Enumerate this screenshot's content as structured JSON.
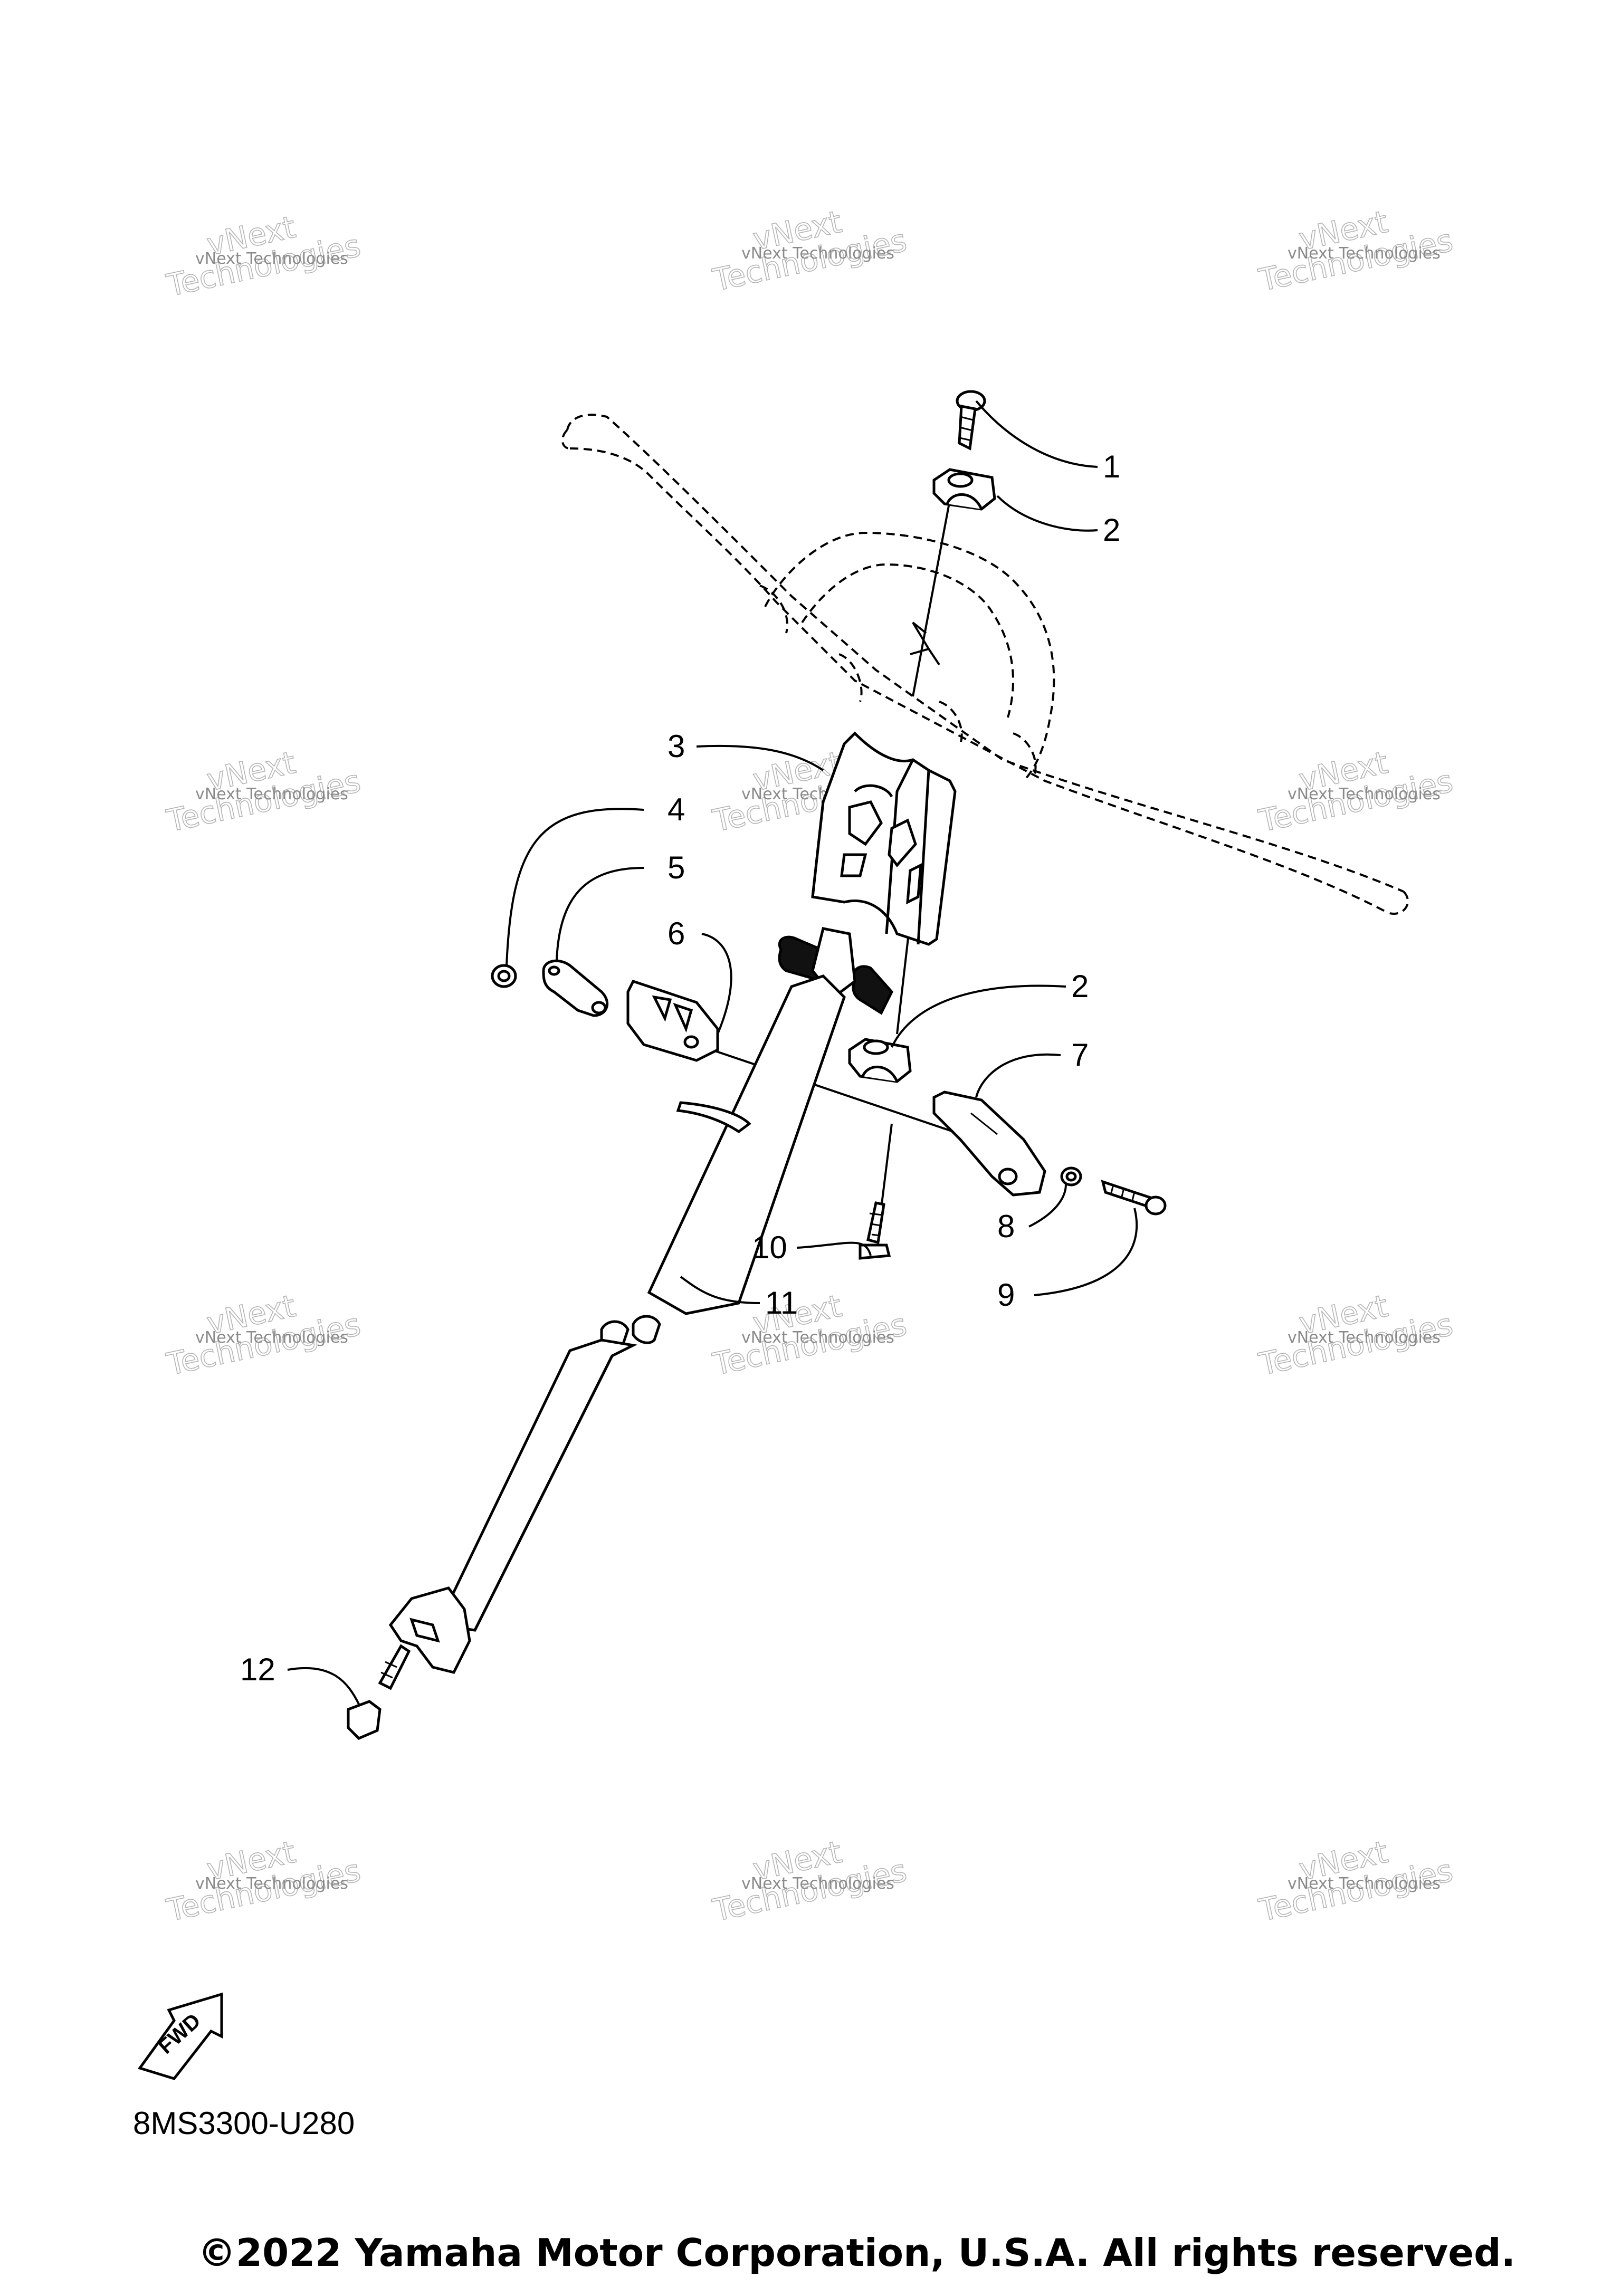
{
  "callouts": [
    "1",
    "2",
    "3",
    "4",
    "5",
    "6",
    "2",
    "7",
    "8",
    "9",
    "10",
    "11",
    "12"
  ],
  "watermark": {
    "line1": "vNext Technologies",
    "line2": "Technologies",
    "line3": "vNext"
  },
  "fwd_label": "FWD",
  "part_code": "8MS3300-U280",
  "copyright": "©2022 Yamaha Motor Corporation, U.S.A. All rights reserved."
}
